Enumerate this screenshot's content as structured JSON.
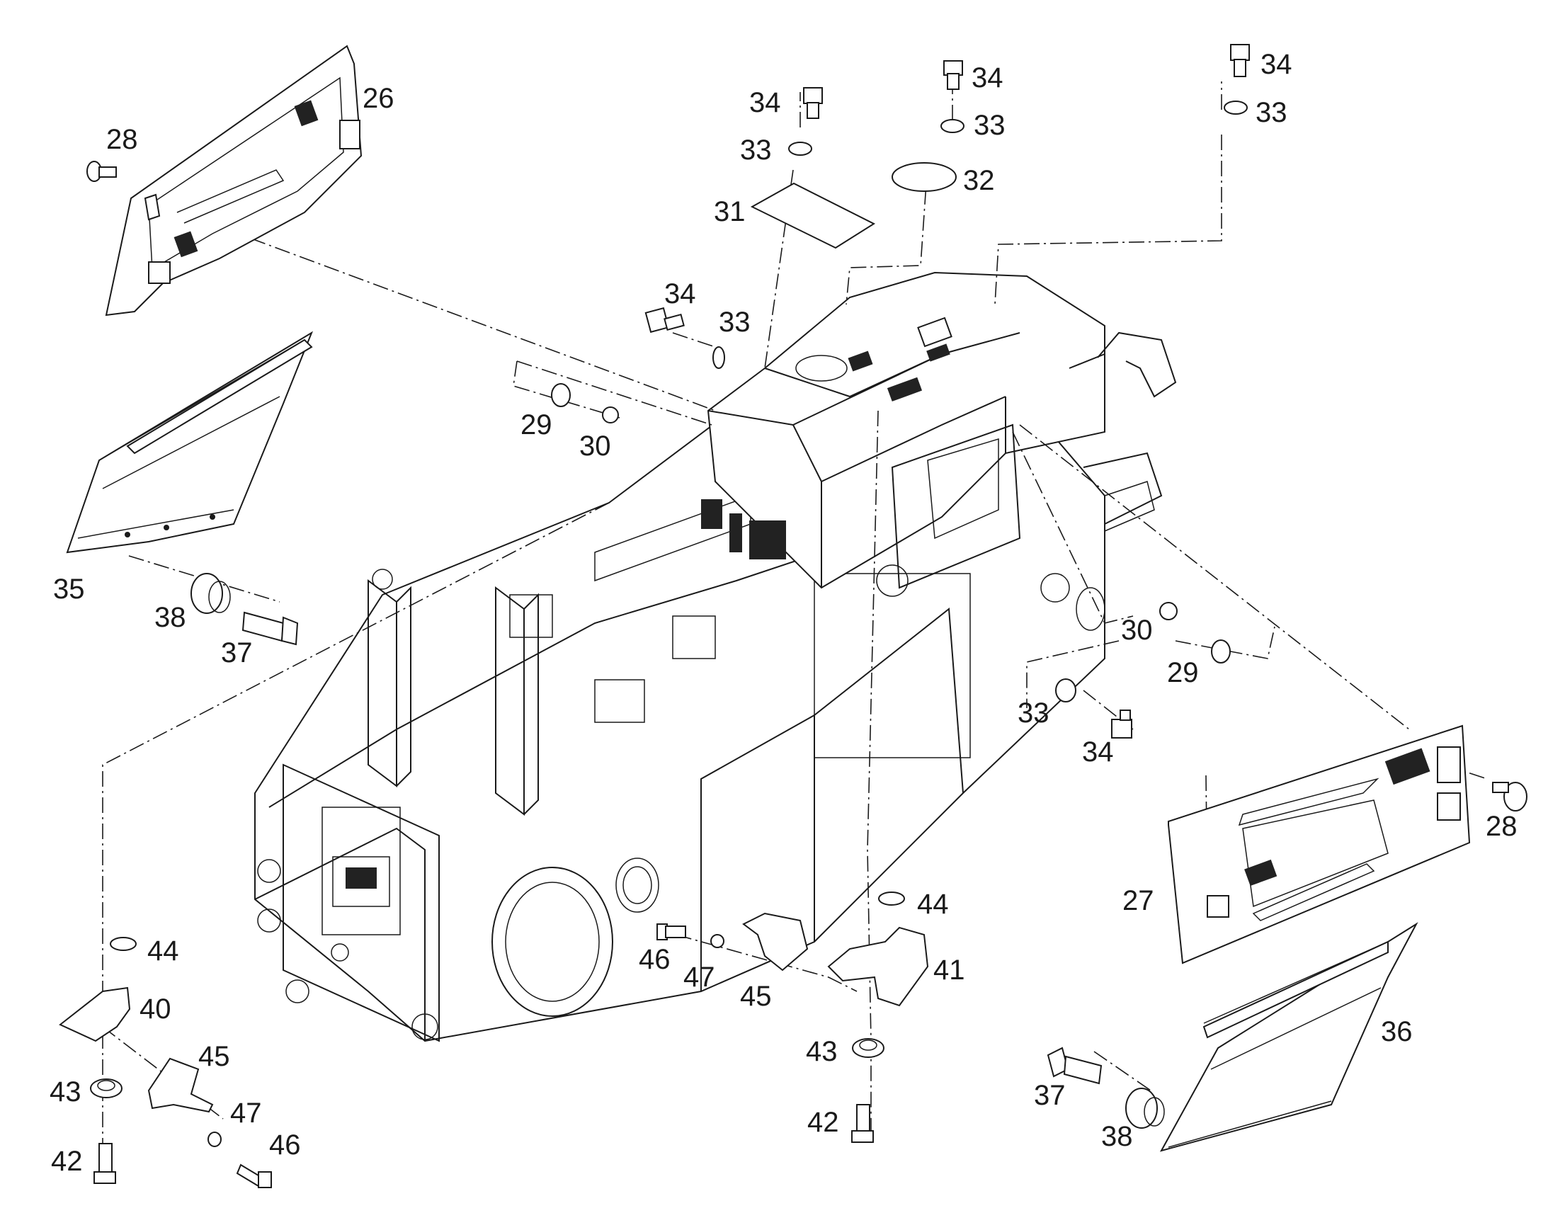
{
  "labels": {
    "c26": "26",
    "c28a": "28",
    "c35": "35",
    "c38a": "38",
    "c37a": "37",
    "c34a": "34",
    "c33a": "33",
    "c31": "31",
    "c34b": "34",
    "c33b": "33",
    "c32": "32",
    "c34c": "34",
    "c33c": "33",
    "c34d": "34",
    "c33d": "33",
    "c29a": "29",
    "c30a": "30",
    "c30b": "30",
    "c29b": "29",
    "c33e": "33",
    "c34e": "34",
    "c28b": "28",
    "c27": "27",
    "c36": "36",
    "c37b": "37",
    "c38b": "38",
    "c44a": "44",
    "c40": "40",
    "c45a": "45",
    "c43a": "43",
    "c47a": "47",
    "c46a": "46",
    "c42a": "42",
    "c46b": "46",
    "c47b": "47",
    "c45b": "45",
    "c44b": "44",
    "c41": "41",
    "c43b": "43",
    "c42b": "42"
  }
}
